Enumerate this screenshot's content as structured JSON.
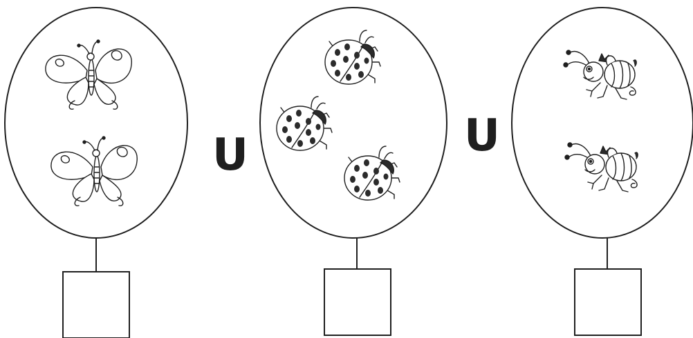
{
  "operators": [
    "U",
    "U"
  ],
  "sets": [
    {
      "creature": "butterfly",
      "count": 2,
      "answer": ""
    },
    {
      "creature": "ladybug",
      "count": 3,
      "answer": ""
    },
    {
      "creature": "bee",
      "count": 2,
      "answer": ""
    }
  ],
  "colors": {
    "line": "#1f1f1f",
    "background": "#ffffff",
    "spot": "#2b2b2b"
  }
}
